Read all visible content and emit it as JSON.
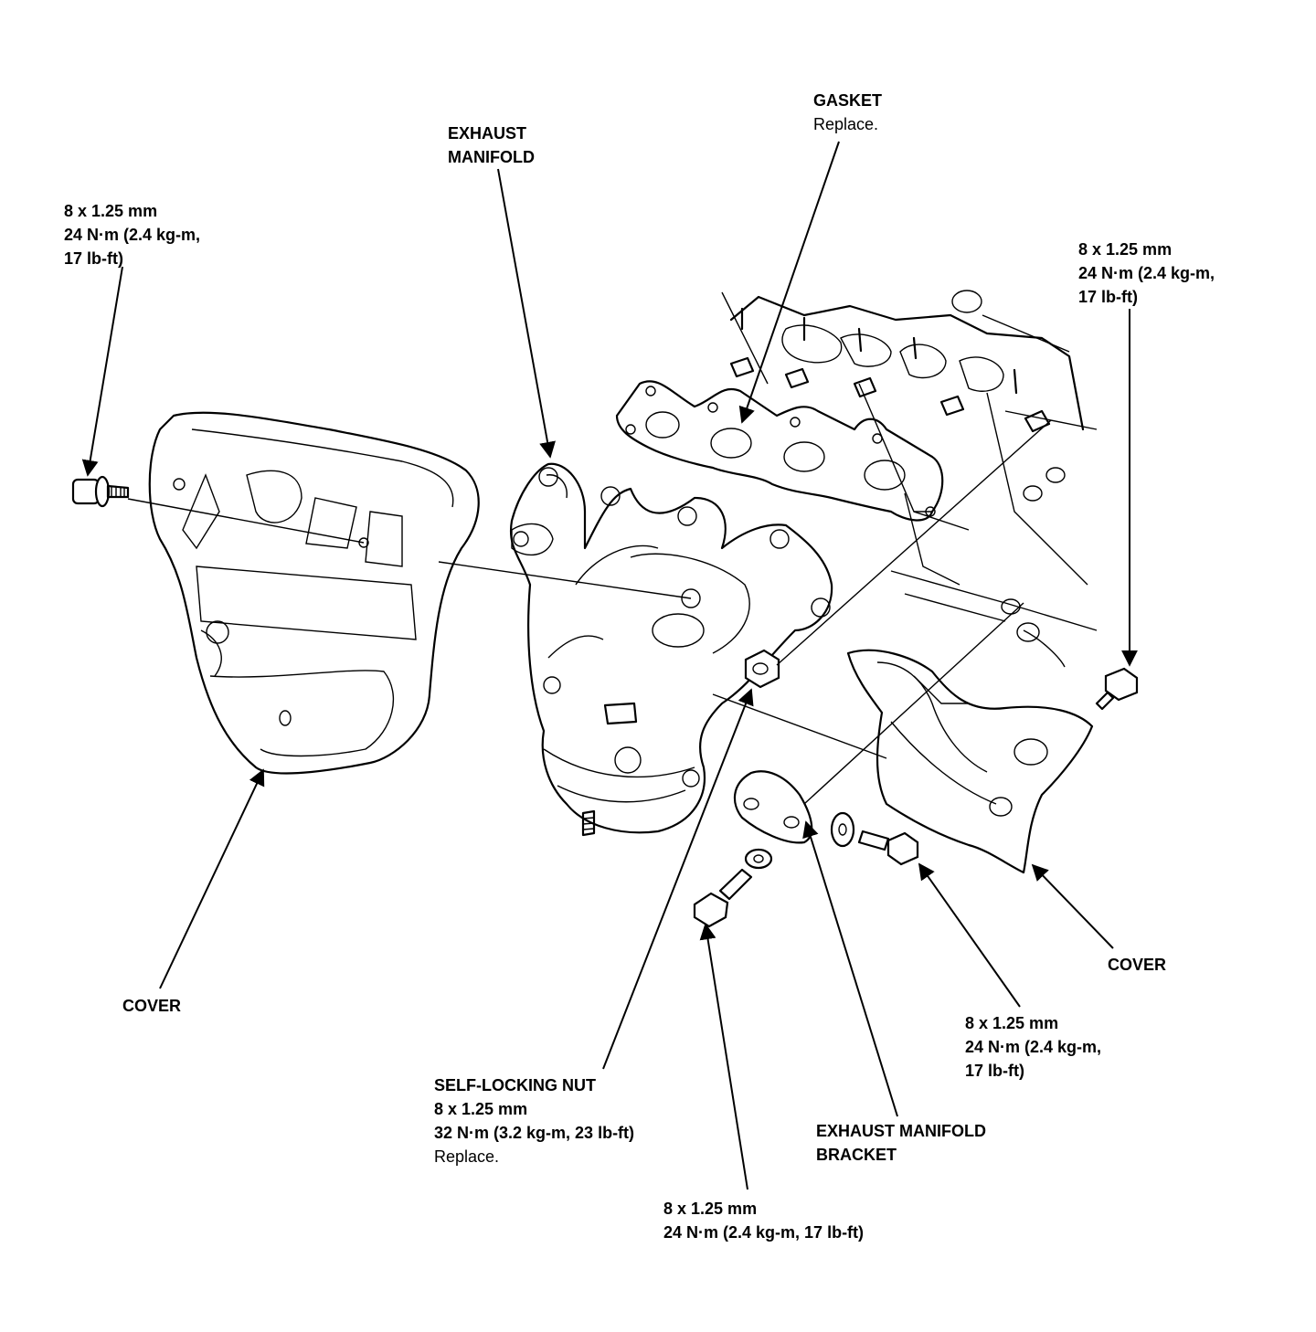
{
  "callouts": {
    "bolt_cover_left": [
      "8 x 1.25 mm",
      "24 N·m (2.4 kg-m,",
      "17 lb-ft)"
    ],
    "exhaust_manifold": [
      "EXHAUST",
      "MANIFOLD"
    ],
    "gasket": [
      "GASKET",
      "Replace."
    ],
    "bolt_cover_right": [
      "8 x 1.25 mm",
      "24 N·m (2.4 kg-m,",
      "17 lb-ft)"
    ],
    "cover_left": [
      "COVER"
    ],
    "cover_right": [
      "COVER"
    ],
    "bolt_bracket_right": [
      "8 x 1.25 mm",
      "24 N·m (2.4 kg-m,",
      "17 lb-ft)"
    ],
    "self_locking_nut": [
      "SELF-LOCKING NUT",
      "8 x 1.25 mm",
      "32 N·m (3.2 kg-m, 23 lb-ft)",
      "Replace."
    ],
    "exhaust_manifold_bracket": [
      "EXHAUST MANIFOLD",
      "BRACKET"
    ],
    "bolt_bracket_bottom": [
      "8 x 1.25 mm",
      "24 N·m (2.4 kg-m, 17 lb-ft)"
    ]
  }
}
